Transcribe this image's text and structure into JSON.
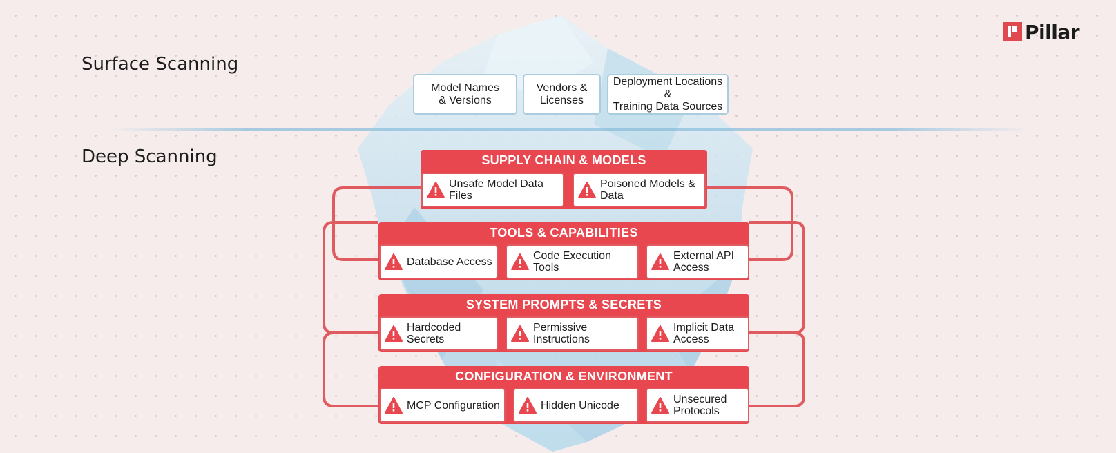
{
  "brand": {
    "name": "Pillar",
    "color": "#e0484f"
  },
  "headings": {
    "surface": "Surface Scanning",
    "deep": "Deep Scanning"
  },
  "surface_items": [
    "Model Names\n& Versions",
    "Vendors &\nLicenses",
    "Deployment Locations &\nTraining Data Sources"
  ],
  "layers": [
    {
      "title": "SUPPLY CHAIN & MODELS",
      "items": [
        "Unsafe Model Data Files",
        "Poisoned Models & Data"
      ]
    },
    {
      "title": "TOOLS & CAPABILITIES",
      "items": [
        "Database Access",
        "Code Execution Tools",
        "External API Access"
      ]
    },
    {
      "title": "SYSTEM PROMPTS & SECRETS",
      "items": [
        "Hardcoded Secrets",
        "Permissive Instructions",
        "Implicit Data Access"
      ]
    },
    {
      "title": "CONFIGURATION & ENVIRONMENT",
      "items": [
        "MCP Configuration",
        "Hidden Unicode",
        "Unsecured Protocols"
      ]
    }
  ],
  "icons": {
    "warning": "warning-triangle-icon",
    "logo": "pillar-logo-icon"
  },
  "colors": {
    "accent": "#e8474f",
    "ice": "#bcdcee",
    "waterline": "#8cbedc",
    "background": "#f6ecec"
  }
}
